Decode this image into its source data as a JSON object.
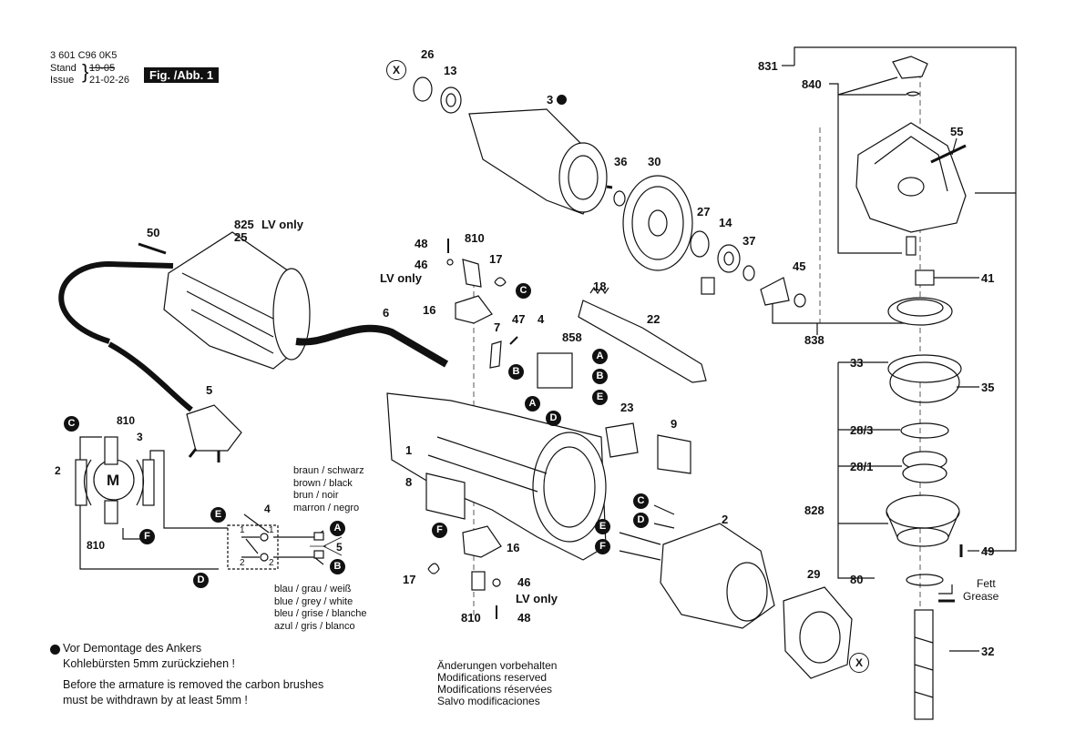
{
  "header": {
    "doc_number": "3 601 C96 0K5",
    "stand_label": "Stand",
    "issue_label": "Issue",
    "old_date": "19-05",
    "new_date": "21-02-26",
    "figure_label": "Fig. /Abb. 1"
  },
  "parts": {
    "p26": "26",
    "p13": "13",
    "p3": "3",
    "p36": "36",
    "p30": "30",
    "p27": "27",
    "p14": "14",
    "p37": "37",
    "p45": "45",
    "p831": "831",
    "p840": "840",
    "p55": "55",
    "p41": "41",
    "p838": "838",
    "p33": "33",
    "p35": "35",
    "p28_3": "28/3",
    "p28_1": "28/1",
    "p828": "828",
    "p49": "49",
    "p80": "80",
    "p32": "32",
    "p825": "825",
    "p25": "25",
    "p50": "50",
    "p6": "6",
    "p5": "5",
    "p48a": "48",
    "p810a": "810",
    "p46a": "46",
    "p17a": "17",
    "p16a": "16",
    "p18": "18",
    "p7": "7",
    "p47": "47",
    "p4": "4",
    "p858": "858",
    "p22": "22",
    "p23": "23",
    "p9": "9",
    "p1": "1",
    "p8": "8",
    "p2": "2",
    "p29": "29",
    "p16b": "16",
    "p17b": "17",
    "p46b": "46",
    "p810b": "810",
    "p48b": "48",
    "w810a": "810",
    "w3": "3",
    "w2": "2",
    "w810b": "810",
    "w4": "4",
    "w5": "5",
    "sw1a": "1",
    "sw1b": "1",
    "sw2a": "2",
    "sw2b": "2"
  },
  "lv_only_1": "LV only",
  "lv_only_2": "LV only",
  "lv_only_3": "LV only",
  "motor_symbol": "M",
  "markers": {
    "A": "A",
    "B": "B",
    "C": "C",
    "D": "D",
    "E": "E",
    "F": "F",
    "X": "X"
  },
  "wire_colors": [
    "braun  / schwarz",
    "brown  / black",
    "brun    / noir",
    "marron / negro"
  ],
  "wire_colors_2": [
    "blau / grau / weiß",
    "blue / grey / white",
    "bleu / grise / blanche",
    "azul / gris   / blanco"
  ],
  "grease": {
    "de": "Fett",
    "en": "Grease"
  },
  "notes": {
    "de_line1": "Vor Demontage des Ankers",
    "de_line2": "Kohlebürsten 5mm zurückziehen !",
    "en_line1": "Before the armature is removed the carbon brushes",
    "en_line2": "must be withdrawn by at least 5mm !"
  },
  "modifications": [
    "Änderungen vorbehalten",
    "Modifications reserved",
    "Modifications réservées",
    "Salvo modificaciones"
  ],
  "colors": {
    "ink": "#111111",
    "paper": "#ffffff",
    "shade": "#cccccc"
  }
}
